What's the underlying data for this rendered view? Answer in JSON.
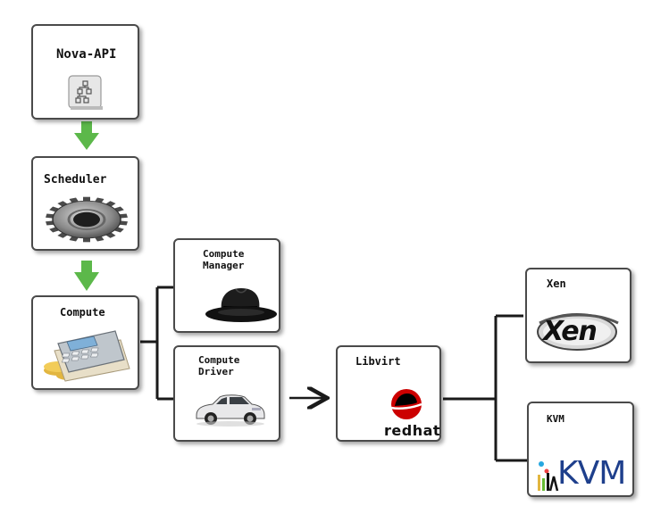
{
  "nodes": {
    "nova_api": {
      "label": "Nova-API",
      "icon": "api-tree-icon"
    },
    "scheduler": {
      "label": "Scheduler",
      "icon": "gear-icon"
    },
    "compute": {
      "label": "Compute",
      "icon": "calculator-icon"
    },
    "compute_manager": {
      "label": "Compute\nManager",
      "icon": "hat-icon"
    },
    "compute_driver": {
      "label": "Compute\nDriver",
      "icon": "car-icon"
    },
    "libvirt": {
      "label": "Libvirt",
      "icon": "redhat-logo",
      "logo_text": "redhat"
    },
    "xen": {
      "label": "Xen",
      "icon": "xen-logo",
      "logo_text": "Xen"
    },
    "kvm": {
      "label": "KVM",
      "icon": "kvm-logo",
      "logo_text": "KVM"
    }
  },
  "colors": {
    "arrow_green": "#5cb84a",
    "connector": "#1a1a1a",
    "border": "#4a4a4a",
    "redhat_red": "#cc0000",
    "kvm_blue": "#1e3f8c"
  }
}
